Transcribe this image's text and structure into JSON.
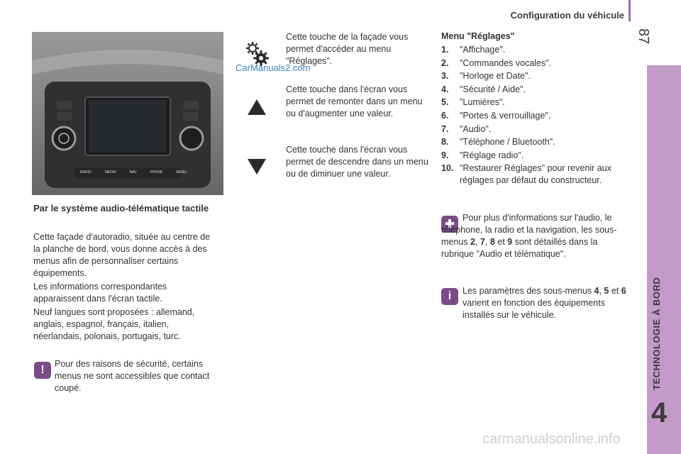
{
  "header": {
    "title": "Configuration du véhicule",
    "page_number": "87"
  },
  "sidebar": {
    "label": "TECHNOLOGIE À BORD",
    "chapter": "4"
  },
  "left": {
    "title": "Par le système audio-télématique tactile",
    "paragraphs": [
      "Cette façade d'autoradio, située au centre de la planche de bord, vous donne accès à des menus afin de personnaliser certains équipements.",
      "Les informations correspondantes apparaissent dans l'écran tactile.",
      "Neuf langues sont proposées : allemand, anglais, espagnol, français, italien, néerlandais, polonais, portugais, turc."
    ],
    "warning": "Pour des raisons de sécurité, certains menus ne sont accessibles que contact coupé."
  },
  "photo": {
    "buttons": [
      "RADIO",
      "MEDIA",
      "NAV",
      "PHONE",
      "MENU"
    ]
  },
  "middle": {
    "settings_desc": "Cette touche de la façade vous permet d'accéder au menu \"Réglages\".",
    "up_desc": "Cette touche dans l'écran vous permet de remonter dans un menu ou d'augmenter une valeur.",
    "down_desc": "Cette touche dans l'écran vous permet de descendre dans un menu ou de diminuer une valeur."
  },
  "menu": {
    "title": "Menu \"Réglages\"",
    "items": [
      {
        "num": "1.",
        "label": "\"Affichage\"."
      },
      {
        "num": "2.",
        "label": "\"Commandes vocales\"."
      },
      {
        "num": "3.",
        "label": "\"Horloge et Date\"."
      },
      {
        "num": "4.",
        "label": "\"Sécurité / Aide\"."
      },
      {
        "num": "5.",
        "label": "\"Lumières\"."
      },
      {
        "num": "6.",
        "label": "\"Portes & verrouillage\"."
      },
      {
        "num": "7.",
        "label": "\"Audio\"."
      },
      {
        "num": "8.",
        "label": "\"Téléphone / Bluetooth\"."
      },
      {
        "num": "9.",
        "label": "\"Réglage radio\"."
      },
      {
        "num": "10.",
        "label": "\"Restaurer Réglages\" pour revenir aux réglages par défaut du constructeur."
      }
    ]
  },
  "info_plus": {
    "part1": "Pour plus d'informations sur l'audio, le téléphone, la radio et la navigation, les sous-menus ",
    "n1": "2",
    "sep1": ", ",
    "n2": "7",
    "sep2": ", ",
    "n3": "8",
    "sep3": " et ",
    "n4": "9",
    "part2": " sont détaillés dans la rubrique \"Audio et télématique\"."
  },
  "info_i": {
    "part1": "Les paramètres des sous-menus ",
    "n1": "4",
    "sep1": ", ",
    "n2": "5",
    "sep2": " et ",
    "n3": "6",
    "part2": " varient en fonction des équipements installés sur le véhicule."
  },
  "watermarks": {
    "top": "CarManuals2.com",
    "bottom": "carmanualsonline.info"
  },
  "colors": {
    "accent": "#7b4b8a",
    "sidebar": "#c39ac9"
  }
}
